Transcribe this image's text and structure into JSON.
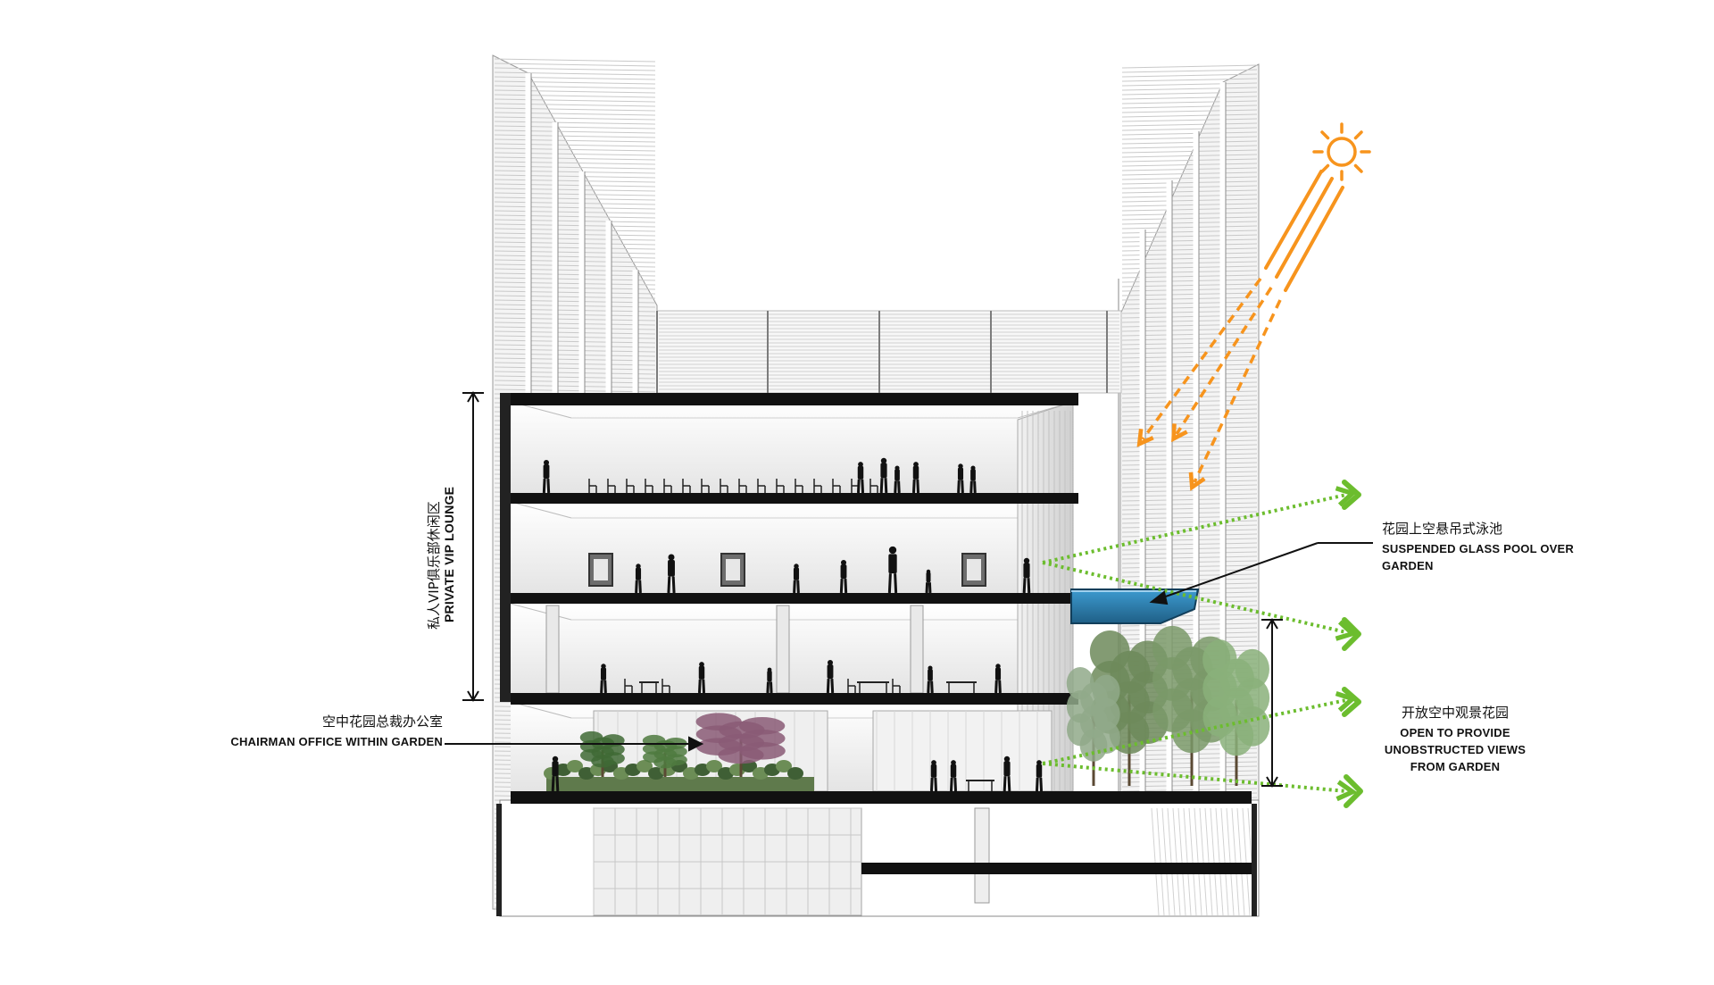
{
  "labels": {
    "vip_cn": "私人VIP俱乐部休闲区",
    "vip_en": "PRIVATE VIP LOUNGE",
    "chairman_cn": "空中花园总裁办公室",
    "chairman_en": "CHAIRMAN OFFICE WITHIN GARDEN",
    "pool_cn": "花园上空悬吊式泳池",
    "pool_en_1": "SUSPENDED GLASS POOL OVER",
    "pool_en_2": "GARDEN",
    "views_cn": "开放空中观景花园",
    "views_en_1": "OPEN TO PROVIDE",
    "views_en_2": "UNOBSTRUCTED VIEWS",
    "views_en_3": "FROM GARDEN"
  },
  "icons": {
    "sun": "sun-icon",
    "sun_rays": "orange-dashed-arrows",
    "view_arrows": "green-dotted-arrows"
  },
  "colors": {
    "sun": "#f7941d",
    "view_arrow": "#6cbd2e",
    "pool": "#2a7ba8",
    "slab": "#111111",
    "glass_louver": "#d9d9d9"
  }
}
